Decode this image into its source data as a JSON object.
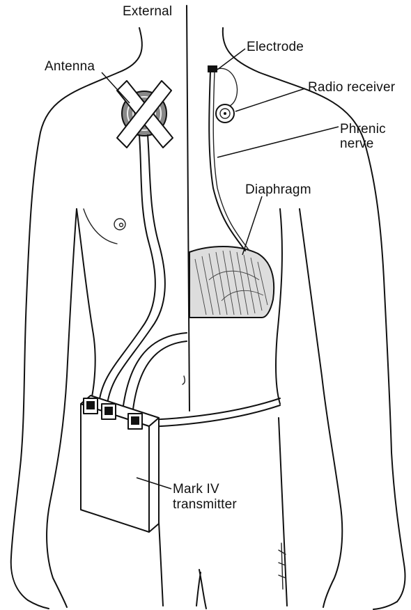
{
  "labels": {
    "external": "External",
    "antenna": "Antenna",
    "electrode": "Electrode",
    "radio_receiver": "Radio receiver",
    "phrenic_line1": "Phrenic",
    "phrenic_line2": "nerve",
    "diaphragm": "Diaphragm",
    "transmitter_line1": "Mark IV",
    "transmitter_line2": "transmitter"
  }
}
